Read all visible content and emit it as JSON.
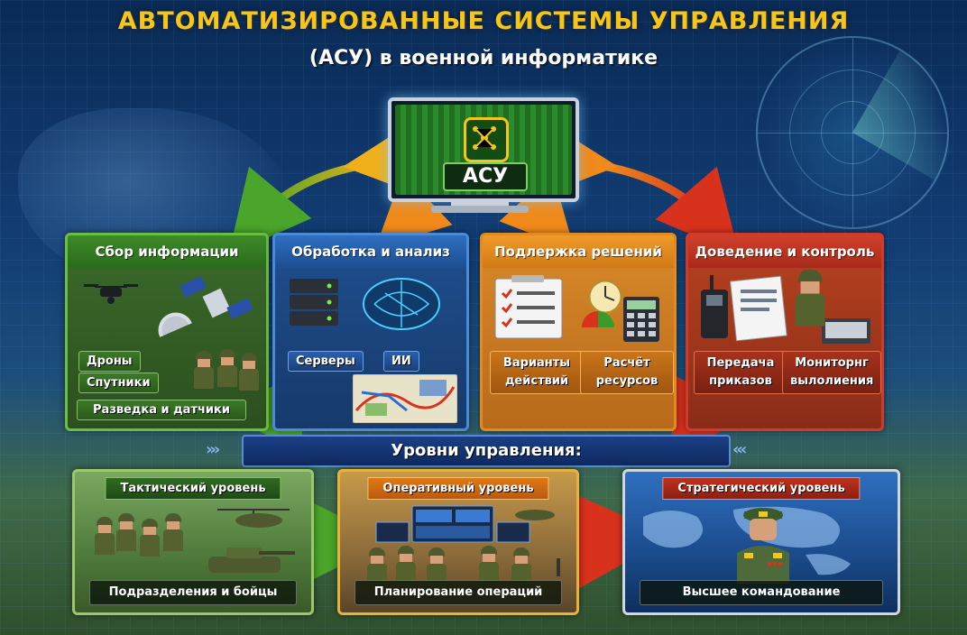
{
  "header": {
    "title": "АВТОМАТИЗИРОВАННЫЕ СИСТЕМЫ УПРАВЛЕНИЯ",
    "subtitle": "(АСУ) в военной информатике"
  },
  "center": {
    "label": "АСУ"
  },
  "panels": [
    {
      "title": "Сбор информации",
      "items": [
        "Дроны",
        "Спутники",
        "Разведка и датчики"
      ]
    },
    {
      "title": "Обработка и анализ",
      "items": [
        "Серверы",
        "ИИ"
      ]
    },
    {
      "title": "Подлержка решений",
      "items": [
        "Варианты действий",
        "Расчёт ресурсов"
      ]
    },
    {
      "title": "Доведение и контроль",
      "items": [
        "Передача приказов",
        "Мониторнг вылолиения"
      ]
    }
  ],
  "levels_banner": "Уровни управления:",
  "levels": [
    {
      "title": "Тактический уровень",
      "caption": "Подразделения и бойцы"
    },
    {
      "title": "Оперативный уровень",
      "caption": "Планирование операций"
    },
    {
      "title": "Стратегический уровень",
      "caption": "Высшее командование"
    }
  ],
  "colors": {
    "title": "#f5c517",
    "green": "#3e8a2a",
    "blue": "#2f6fc0",
    "orange": "#f09a2a",
    "red": "#d0402a"
  }
}
